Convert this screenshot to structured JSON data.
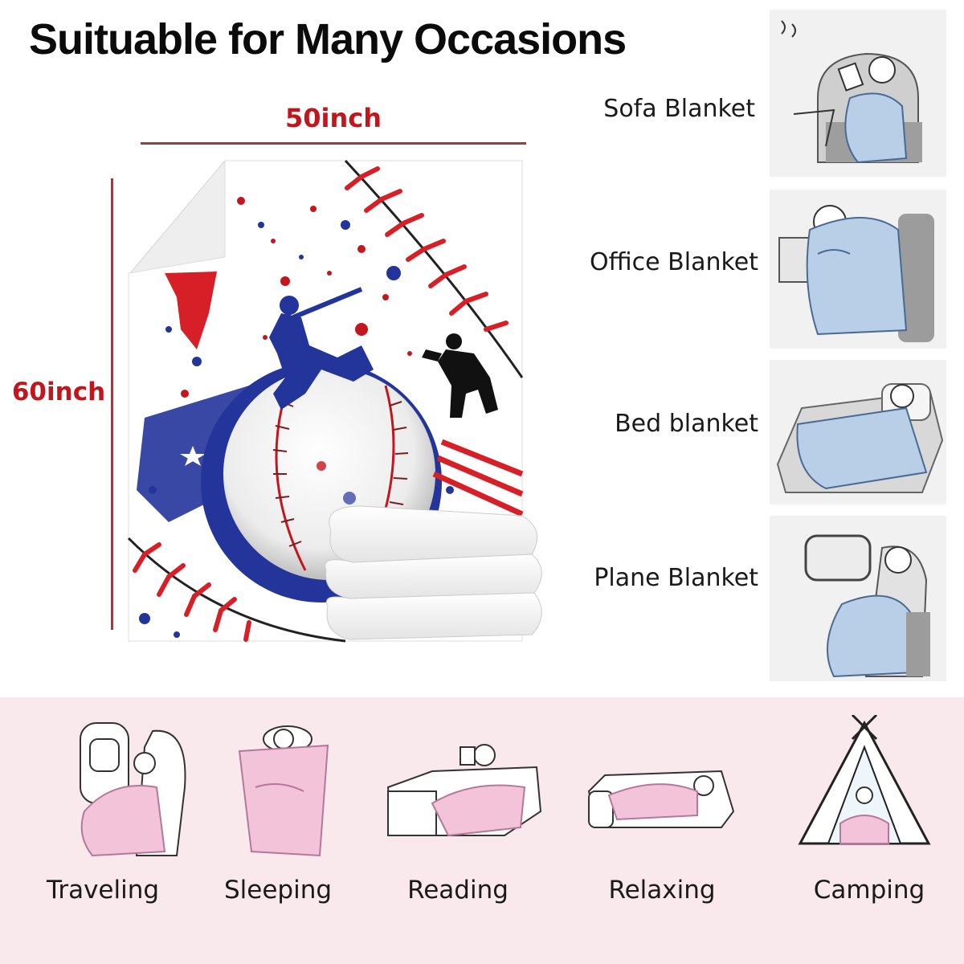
{
  "headline": "Suituable for Many Occasions",
  "dimensions": {
    "width_label": "50inch",
    "height_label": "60inch"
  },
  "occasions": [
    {
      "label": "Sofa Blanket",
      "icon": "sofa-reading-icon"
    },
    {
      "label": "Office Blanket",
      "icon": "office-nap-icon"
    },
    {
      "label": "Bed blanket",
      "icon": "bed-sleeping-icon"
    },
    {
      "label": "Plane Blanket",
      "icon": "plane-seat-icon"
    }
  ],
  "uses": [
    {
      "label": "Traveling",
      "icon": "traveling-icon"
    },
    {
      "label": "Sleeping",
      "icon": "sleeping-icon"
    },
    {
      "label": "Reading",
      "icon": "reading-icon"
    },
    {
      "label": "Relaxing",
      "icon": "relaxing-icon"
    },
    {
      "label": "Camping",
      "icon": "camping-tent-icon"
    }
  ],
  "colors": {
    "dimension_red": "#c0161c",
    "stitch_red": "#d61f26",
    "splash_blue": "#23349a",
    "blanket_blue": "#b9cfe8",
    "blanket_pink": "#f3c3da",
    "band_pink": "#f9e8ec"
  }
}
